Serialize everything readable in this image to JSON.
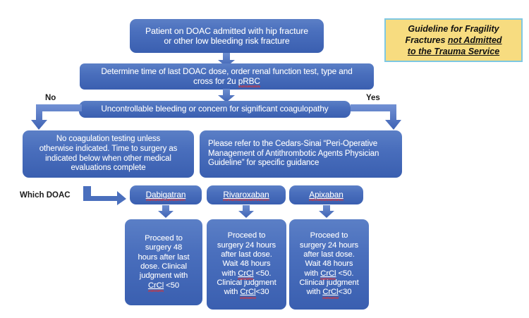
{
  "document": {
    "kind": "clinical-flowchart",
    "background_color": "#ffffff"
  },
  "title_callout": {
    "line1": "Guideline for Fragility",
    "line2_plain": "Fractures ",
    "line2_underlined": "not Admitted",
    "line3_underlined": "to the Trauma Service",
    "fill_color": "#f7dc80",
    "border_color": "#7ec8e3",
    "text_color": "#111111"
  },
  "theme": {
    "box_fill_top": "#5b7fc6",
    "box_fill_bottom": "#3a5fb0",
    "box_text_color": "#ffffff",
    "arrow_color": "#4a6fbd",
    "spellcheck_underline_color": "#e03030"
  },
  "nodes": {
    "start": {
      "line1": "Patient on DOAC admitted with hip fracture",
      "line2": "or other low bleeding risk fracture"
    },
    "workup": {
      "line1": "Determine time of last DOAC dose, order renal function test, type and",
      "line2_pre": "cross for 2u ",
      "line2_flagged": "pRBC"
    },
    "decision": {
      "text": "Uncontrollable bleeding or concern for significant coagulopathy"
    },
    "branch_no": {
      "line1": "No coagulation testing unless",
      "line2": "otherwise indicated. Time to surgery as",
      "line3": "indicated below when other medical",
      "line4": "evaluations complete"
    },
    "branch_yes": {
      "line1": "Please refer to the Cedars-Sinai “Peri-Operative",
      "line2": "Management of Antithrombotic Agents Physician",
      "line3": "Guideline” for specific guidance"
    }
  },
  "branch_labels": {
    "no": "No",
    "yes": "Yes",
    "which_doac": "Which DOAC"
  },
  "drugs": [
    {
      "name": "Dabigatran",
      "detail": {
        "line1": "Proceed to",
        "line2": "surgery 48",
        "line3": "hours after last",
        "line4": "dose. Clinical",
        "line5": "judgment with",
        "line6_flagged": "CrCl",
        "line6_post": " <50"
      }
    },
    {
      "name": "Rivaroxaban",
      "detail": {
        "line1": "Proceed to",
        "line2": "surgery 24 hours",
        "line3": "after last dose.",
        "line4": "Wait 48 hours",
        "line5_pre": "with ",
        "line5_flagged": "CrCl",
        "line5_post": " <50.",
        "line6": "Clinical judgment",
        "line7_pre": "with ",
        "line7_flagged": "CrCl",
        "line7_post": "<30"
      }
    },
    {
      "name": "Apixaban",
      "detail": {
        "line1": "Proceed to",
        "line2": "surgery 24 hours",
        "line3": "after last dose.",
        "line4": "Wait 48 hours",
        "line5_pre": "with ",
        "line5_flagged": "CrCl",
        "line5_post": " <50.",
        "line6": "Clinical judgment",
        "line7_pre": "with ",
        "line7_flagged": "CrCl",
        "line7_post": "<30"
      }
    }
  ]
}
